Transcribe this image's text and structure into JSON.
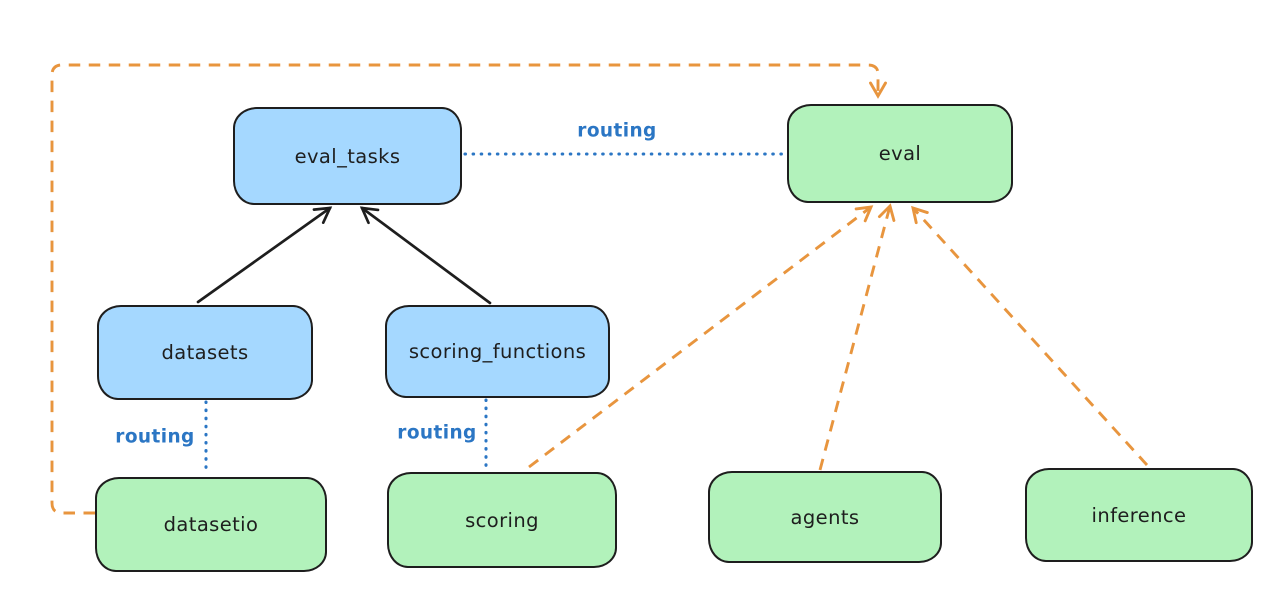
{
  "diagram": {
    "background": "#ffffff",
    "nodes": {
      "eval_tasks": {
        "label": "eval_tasks",
        "color": "blue"
      },
      "eval": {
        "label": "eval",
        "color": "green"
      },
      "datasets": {
        "label": "datasets",
        "color": "blue"
      },
      "scoring_functions": {
        "label": "scoring_functions",
        "color": "blue"
      },
      "datasetio": {
        "label": "datasetio",
        "color": "green"
      },
      "scoring": {
        "label": "scoring",
        "color": "green"
      },
      "agents": {
        "label": "agents",
        "color": "green"
      },
      "inference": {
        "label": "inference",
        "color": "green"
      }
    },
    "edges": [
      {
        "from": "datasets",
        "to": "eval_tasks",
        "style": "solid",
        "color": "black",
        "label": ""
      },
      {
        "from": "scoring_functions",
        "to": "eval_tasks",
        "style": "solid",
        "color": "black",
        "label": ""
      },
      {
        "from": "eval_tasks",
        "to": "eval",
        "style": "dotted",
        "color": "blue",
        "label": "routing"
      },
      {
        "from": "datasets",
        "to": "datasetio",
        "style": "dotted",
        "color": "blue",
        "label": "routing"
      },
      {
        "from": "scoring_functions",
        "to": "scoring",
        "style": "dotted",
        "color": "blue",
        "label": "routing"
      },
      {
        "from": "datasetio",
        "to": "eval",
        "style": "dashed",
        "color": "orange",
        "label": ""
      },
      {
        "from": "scoring",
        "to": "eval",
        "style": "dashed",
        "color": "orange",
        "label": ""
      },
      {
        "from": "agents",
        "to": "eval",
        "style": "dashed",
        "color": "orange",
        "label": ""
      },
      {
        "from": "inference",
        "to": "eval",
        "style": "dashed",
        "color": "orange",
        "label": ""
      }
    ],
    "colors": {
      "blue_node_fill": "#a5d8ff",
      "green_node_fill": "#b2f2bb",
      "node_stroke": "#1e1e1e",
      "solid_arrow": "#1e1e1e",
      "routing_dotted_line": "#2b76c4",
      "orange_dashed_line": "#e8953e"
    }
  }
}
